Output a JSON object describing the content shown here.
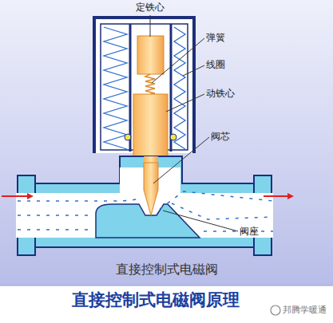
{
  "diagram": {
    "title": "直接控制式电磁阀原理",
    "caption": "直接控制式电磁阀",
    "labels": [
      "定铁心",
      "弹簧",
      "线圈",
      "动铁心",
      "阀芯",
      "阀座",
      "邦腾学暖通"
    ]
  }
}
